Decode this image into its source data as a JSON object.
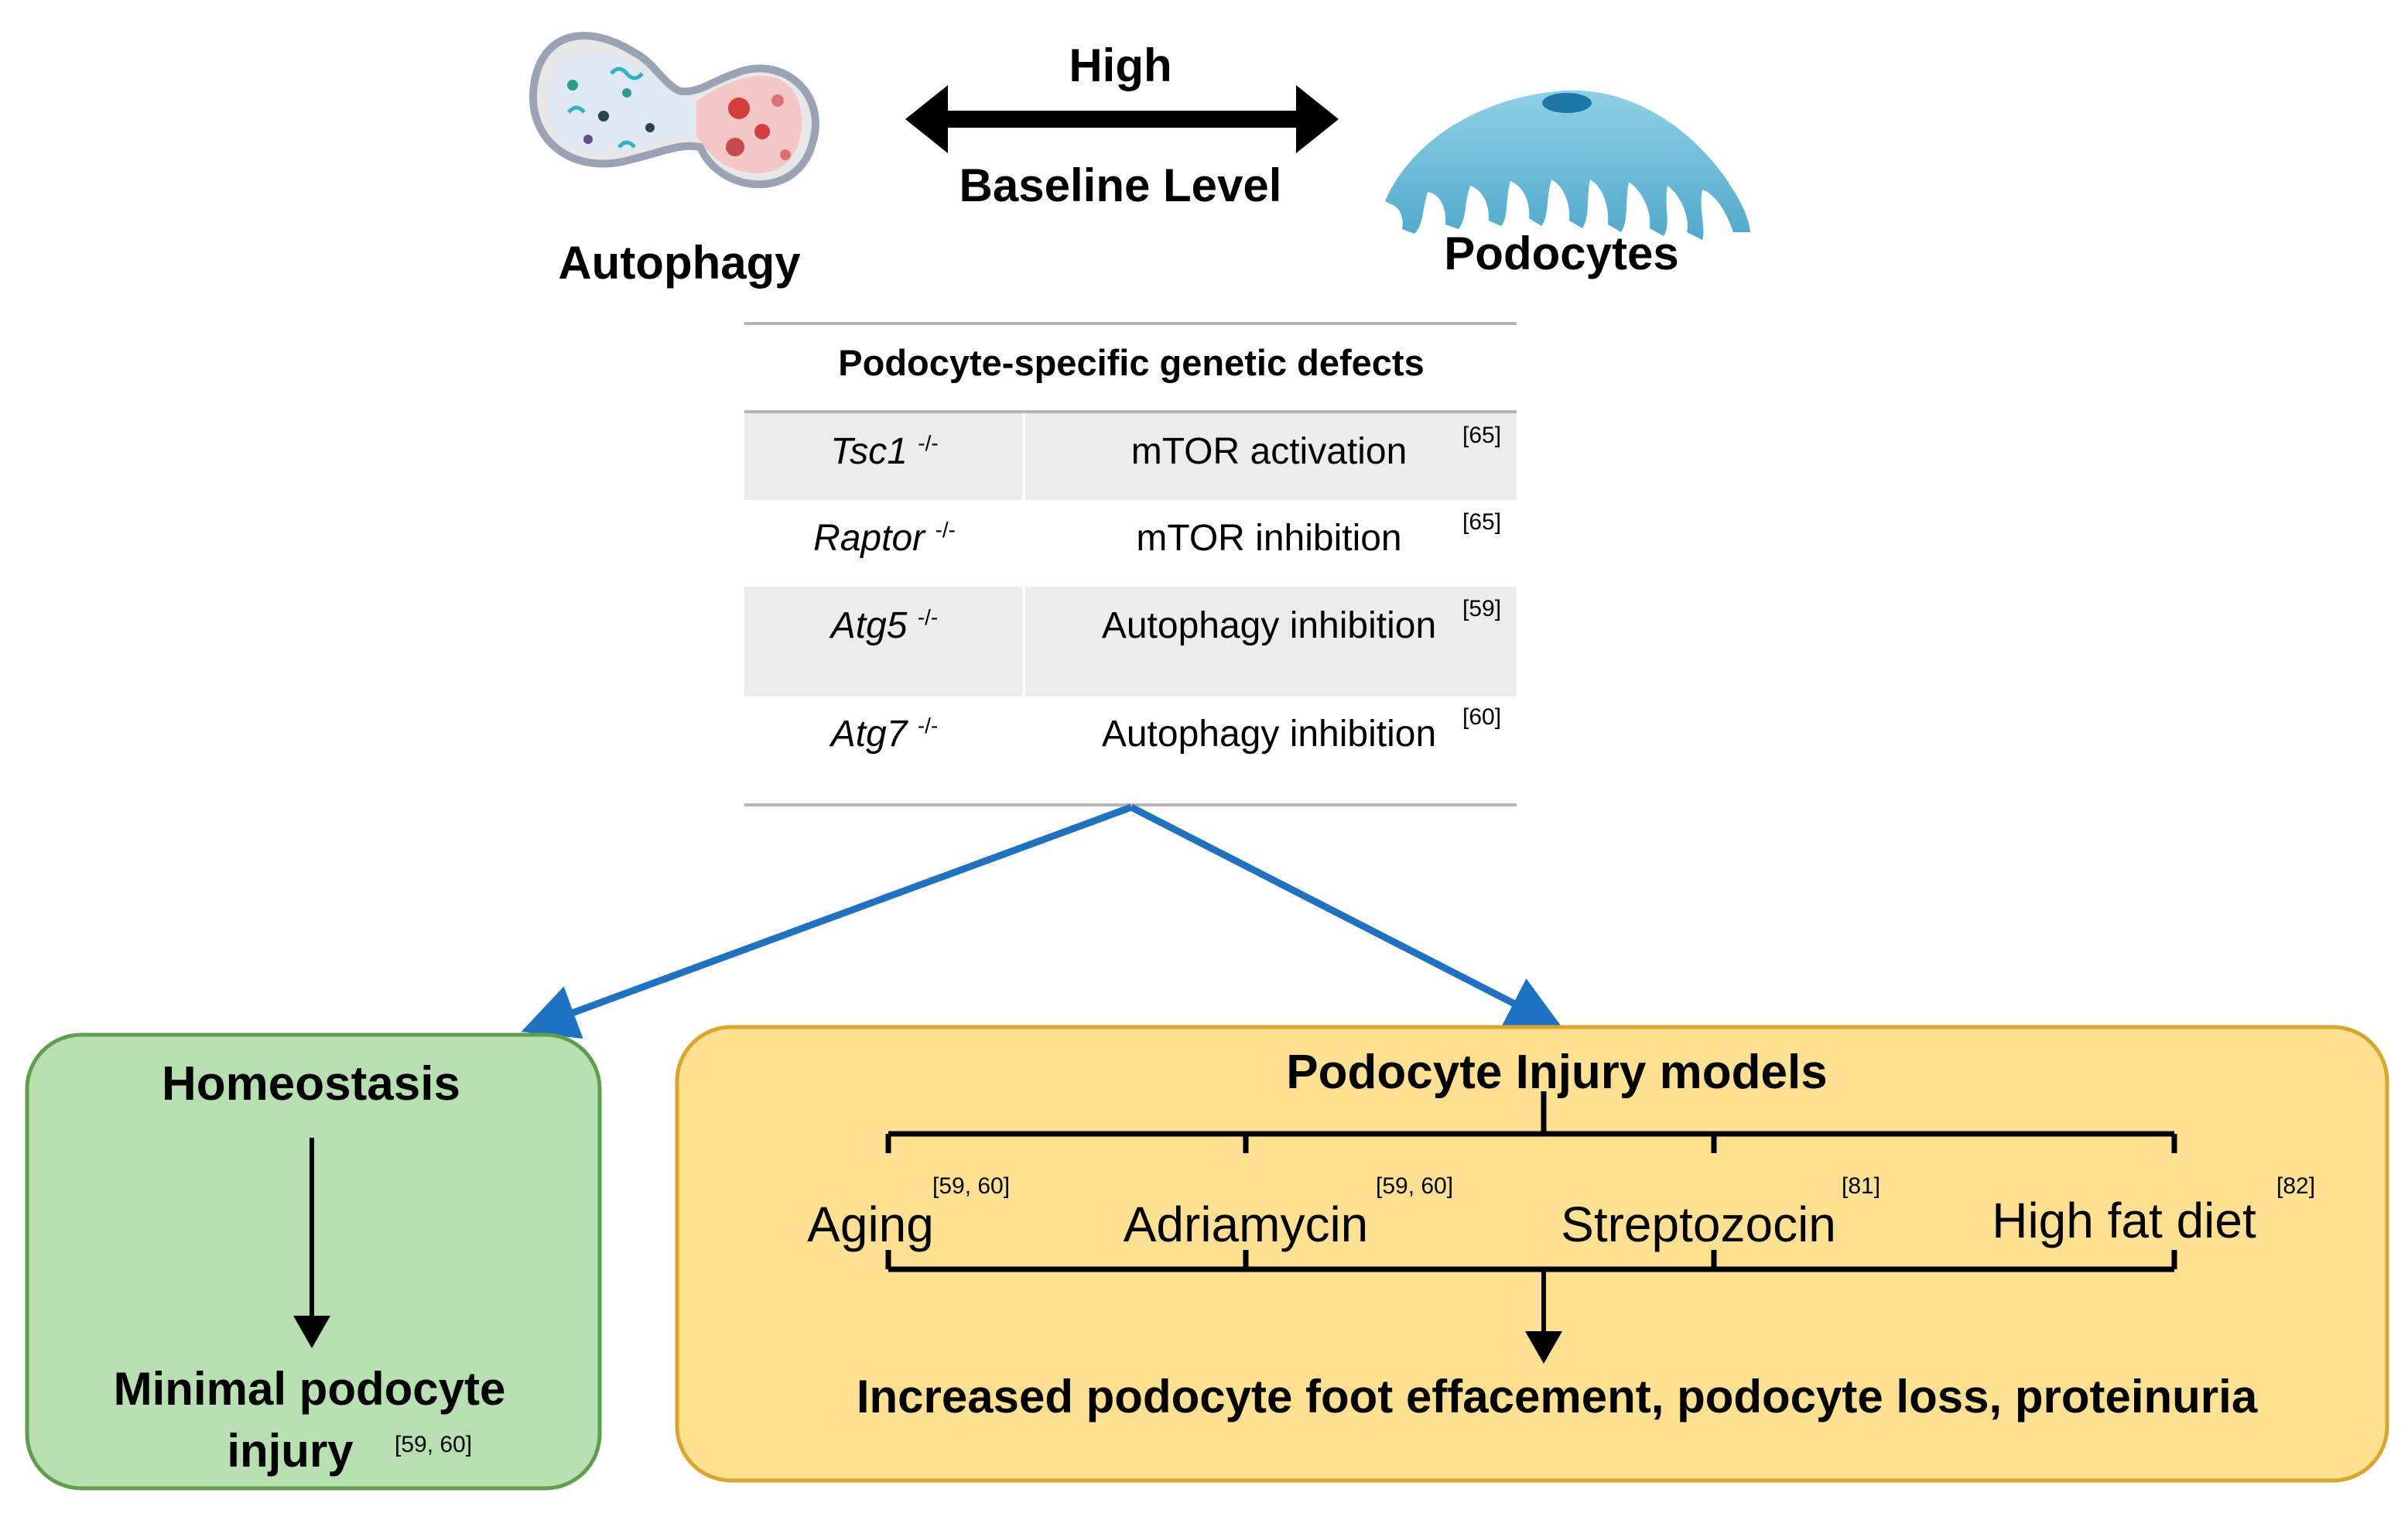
{
  "header": {
    "arrow_top_label": "High",
    "arrow_bottom_label": "Baseline Level",
    "left_label": "Autophagy",
    "right_label": "Podocytes"
  },
  "icons": {
    "left": "autophagosome-lysosome-fusion-icon",
    "right": "podocyte-cell-icon"
  },
  "table": {
    "title": "Podocyte-specific genetic defects",
    "rows": [
      {
        "gene": "Tsc1",
        "genotype": "-/-",
        "effect": "mTOR activation",
        "ref": "[65]"
      },
      {
        "gene": "Raptor",
        "genotype": "-/-",
        "effect": "mTOR inhibition",
        "ref": "[65]"
      },
      {
        "gene": "Atg5",
        "genotype": "-/-",
        "effect": "Autophagy inhibition",
        "ref": "[59]"
      },
      {
        "gene": "Atg7",
        "genotype": "-/-",
        "effect": "Autophagy inhibition",
        "ref": "[60]"
      }
    ]
  },
  "homeostasis": {
    "title": "Homeostasis",
    "outcome_line1": "Minimal podocyte",
    "outcome_line2": "injury",
    "outcome_ref": "[59, 60]"
  },
  "injury_models": {
    "title": "Podocyte Injury models",
    "models": [
      {
        "label": "Aging",
        "ref": "[59, 60]"
      },
      {
        "label": "Adriamycin",
        "ref": "[59, 60]"
      },
      {
        "label": "Streptozocin",
        "ref": "[81]"
      },
      {
        "label": "High fat diet",
        "ref": "[82]"
      }
    ],
    "outcome": "Increased podocyte foot effacement, podocyte loss, proteinuria"
  },
  "colors": {
    "arrow_blue": "#1d72c4",
    "homeostasis_fill": "#b7e0b0",
    "homeostasis_border": "#5f9f4c",
    "injury_fill": "#fde191",
    "injury_border": "#d9a52b",
    "table_stripe": "#ececec",
    "table_rule": "#b5b5b5",
    "podocyte_blue": "#68b9d6",
    "podocyte_nucleus": "#1c78a8"
  }
}
